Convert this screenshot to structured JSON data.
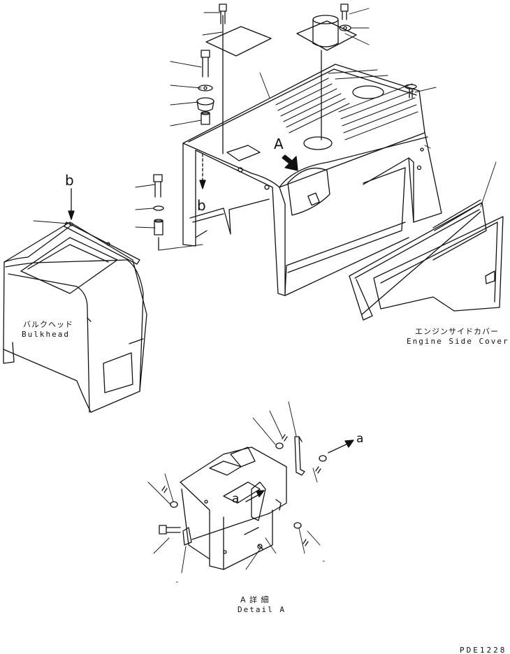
{
  "labels": {
    "bulkhead_jp": "バルクヘッド",
    "bulkhead_en": "Bulkhead",
    "side_cover_jp": "エンジンサイドカバー",
    "side_cover_en": "Engine Side Cover",
    "detail_jp": "A 詳 細",
    "detail_en": "Detail A",
    "view_a": "A",
    "ref_b_top": "b",
    "ref_b_mid": "b",
    "ref_a_right": "a",
    "ref_a_detail": "a",
    "dash_right": "-",
    "dash_bottom": "-",
    "drawing_code": "PDE1228"
  }
}
